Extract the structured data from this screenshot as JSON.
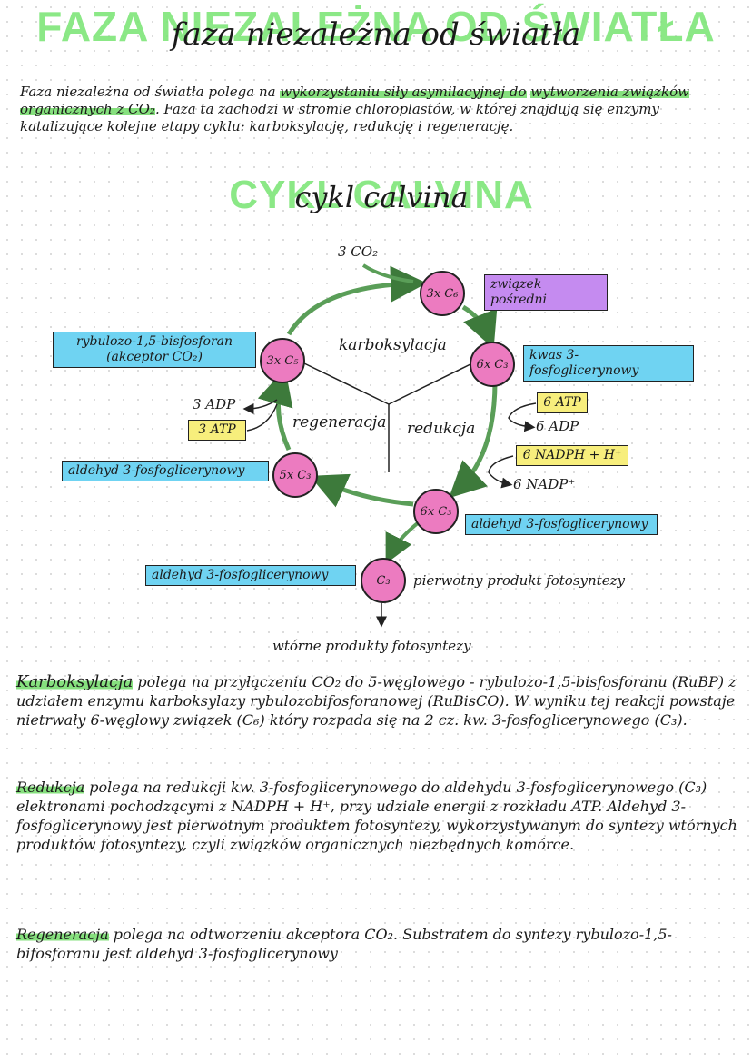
{
  "title": "faza niezależna od światła",
  "title_bg": "FAZA NIEZALEŻNA OD ŚWIATŁA",
  "intro": {
    "part1": "Faza niezależna od światła polega na ",
    "hl1": "wykorzystaniu siły asymilacyjnej do",
    "hl2": "wytworzenia związków organicznych z CO₂",
    "part2": ". Faza ta zachodzi w stromie chloroplastów, w której znajdują się enzymy katalizujące kolejne etapy cyklu: karboksylację, redukcję i regenerację."
  },
  "subtitle": "cykl calvina",
  "subtitle_bg": "CYKL CALVINA",
  "diagram": {
    "co2_in": "3 CO₂",
    "c6": "3x C₆",
    "c5": "3x C₅",
    "c3_6": "6x C₃",
    "c3_6b": "6x C₃",
    "c3_5": "5x C₃",
    "c3": "C₃",
    "intermediate": "związek pośredni",
    "acid": "kwas 3-fosfoglicerynowy",
    "rubp": "rybulozo-1,5-bisfosforan (akceptor CO₂)",
    "carboxylation": "karboksylacja",
    "regeneration": "regeneracja",
    "reduction": "redukcja",
    "adp3": "3 ADP",
    "atp3": "3 ATP",
    "atp6": "6 ATP",
    "adp6": "6 ADP",
    "nadph": "6 NADPH + H⁺",
    "nadp": "6 NADP⁺",
    "ald_left": "aldehyd 3-fosfoglicerynowy",
    "ald_right": "aldehyd 3-fosfoglicerynowy",
    "ald_bottom": "aldehyd 3-fosfoglicerynowy",
    "primary": "pierwotny produkt fotosyntezy",
    "secondary": "wtórne produkty fotosyntezy"
  },
  "karb": {
    "hl": "Karboksylacja",
    "text": " polega na przyłączeniu CO₂ do 5-węglowego - rybulozo-1,5-bisfosforanu (RuBP) z udziałem enzymu karboksylazy rybulozobifosforanowej (RuBisCO). W wyniku tej reakcji powstaje nietrwały 6-węglowy związek (C₆) który rozpada się na 2 cz. kw. 3-fosfoglicerynowego (C₃)."
  },
  "red": {
    "hl": "Redukcja",
    "text": " polega na redukcji kw. 3-fosfoglicerynowego do aldehydu 3-fosfoglicerynowego (C₃) elektronami pochodzącymi z NADPH + H⁺, przy udziale energii z rozkładu ATP. Aldehyd 3-fosfoglicerynowy jest pierwotnym produktem fotosyntezy, wykorzystywanym do syntezy wtórnych produktów fotosyntezy, czyli związków organicznych niezbędnych komórce."
  },
  "reg": {
    "hl": "Regeneracja",
    "text": " polega na odtworzeniu akceptora CO₂. Substratem do syntezy rybulozo-1,5-bifosforanu jest aldehyd 3-fosfoglicerynowy"
  },
  "colors": {
    "highlight": "#86e07e",
    "circle": "#ec7bc0",
    "blue_box": "#6fd3f2",
    "purple_box": "#c58bf0",
    "yellow_box": "#f7ee7c",
    "arrow": "#5a9e58"
  }
}
